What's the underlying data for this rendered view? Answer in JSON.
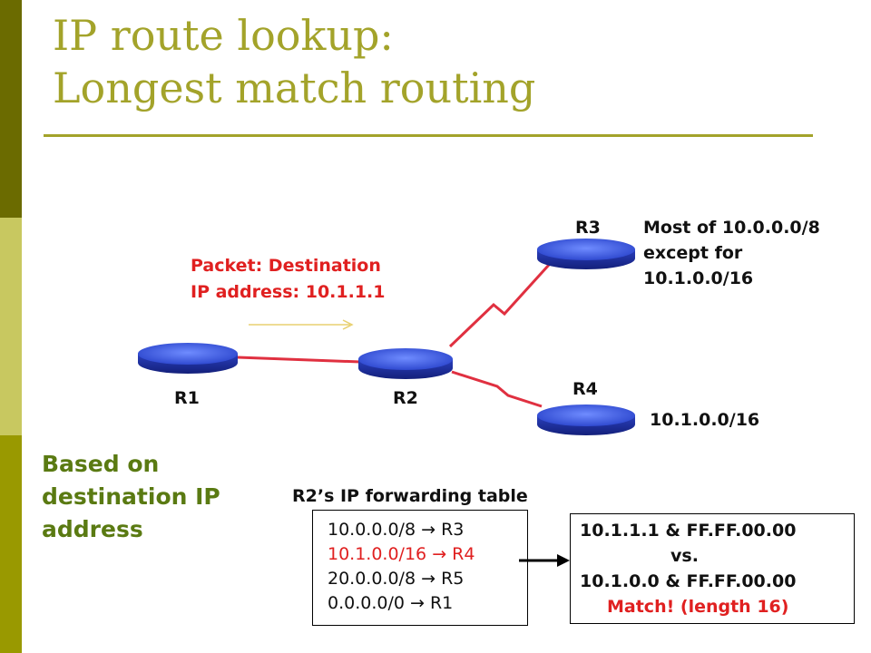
{
  "colors": {
    "bar_dark": "#6b6b00",
    "bar_light": "#c8c860",
    "bar_mid": "#999900",
    "title": "#a3a32a",
    "highlight_red": "#e02020",
    "router_blue": "#3355dd",
    "link_red": "#e03040",
    "arrow_yellow": "#e8d070",
    "heading_green": "#5a7a12"
  },
  "title": {
    "line1": "IP route lookup:",
    "line2": "Longest match routing"
  },
  "packet": {
    "line1": "Packet: Destination",
    "line2": "IP address: 10.1.1.1"
  },
  "routers": {
    "r1": "R1",
    "r2": "R2",
    "r3": "R3",
    "r4": "R4"
  },
  "r3_note": {
    "line1": "Most of 10.0.0.0/8",
    "line2": "except for",
    "line3": "10.1.0.0/16"
  },
  "r4_note": "10.1.0.0/16",
  "based_on": {
    "line1": "Based on",
    "line2": "destination IP",
    "line3": "address"
  },
  "forwarding_table": {
    "caption": "R2’s IP forwarding table",
    "rows": [
      {
        "prefix": "10.0.0.0/8",
        "arrow": "→",
        "next_hop": "R3"
      },
      {
        "prefix": "10.1.0.0/16",
        "arrow": "→",
        "next_hop": "R4"
      },
      {
        "prefix": "20.0.0.0/8",
        "arrow": "→",
        "next_hop": "R5"
      },
      {
        "prefix": "0.0.0.0/0",
        "arrow": "→",
        "next_hop": "R1"
      }
    ]
  },
  "match": {
    "line1": "10.1.1.1 & FF.FF.00.00",
    "line2": "vs.",
    "line3": "10.1.0.0 & FF.FF.00.00",
    "line4": "Match! (length 16)"
  },
  "icons": {
    "router": "router-icon",
    "packet_arrow": "arrow-right-icon",
    "pointer_arrow": "arrow-right-icon"
  }
}
